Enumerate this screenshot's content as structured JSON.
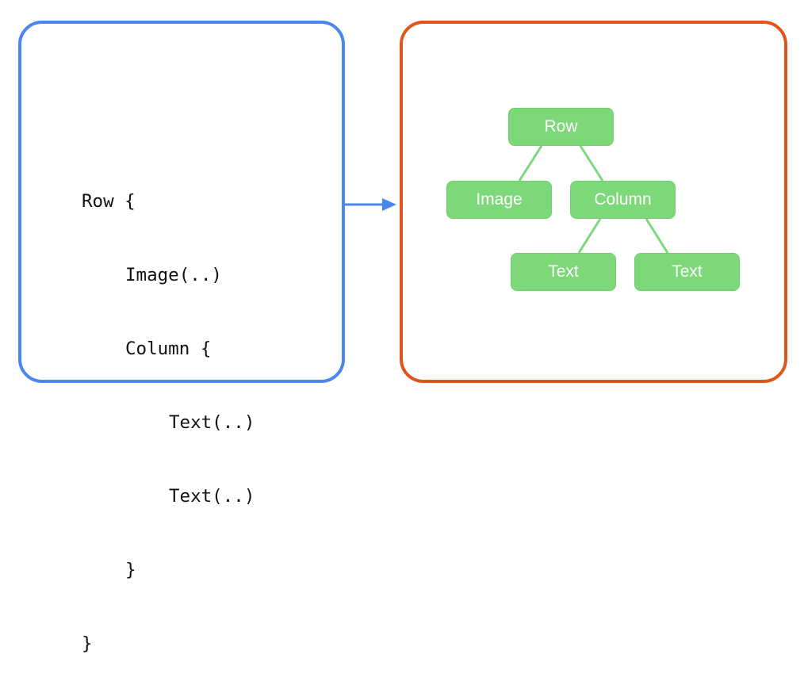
{
  "code": {
    "lines": [
      {
        "indent": 0,
        "text": "Row {"
      },
      {
        "indent": 1,
        "text": "Image(..)"
      },
      {
        "indent": 1,
        "text": "Column {"
      },
      {
        "indent": 2,
        "text": "Text(..)"
      },
      {
        "indent": 2,
        "text": "Text(..)"
      },
      {
        "indent": 1,
        "text": "}"
      },
      {
        "indent": 0,
        "text": "}"
      }
    ]
  },
  "tree": {
    "nodes": {
      "row": "Row",
      "image": "Image",
      "column": "Column",
      "text1": "Text",
      "text2": "Text"
    }
  },
  "colors": {
    "code_border": "#4a86f0",
    "tree_border": "#e0561a",
    "arrow": "#4a86f0",
    "node": "#7dd87a"
  }
}
